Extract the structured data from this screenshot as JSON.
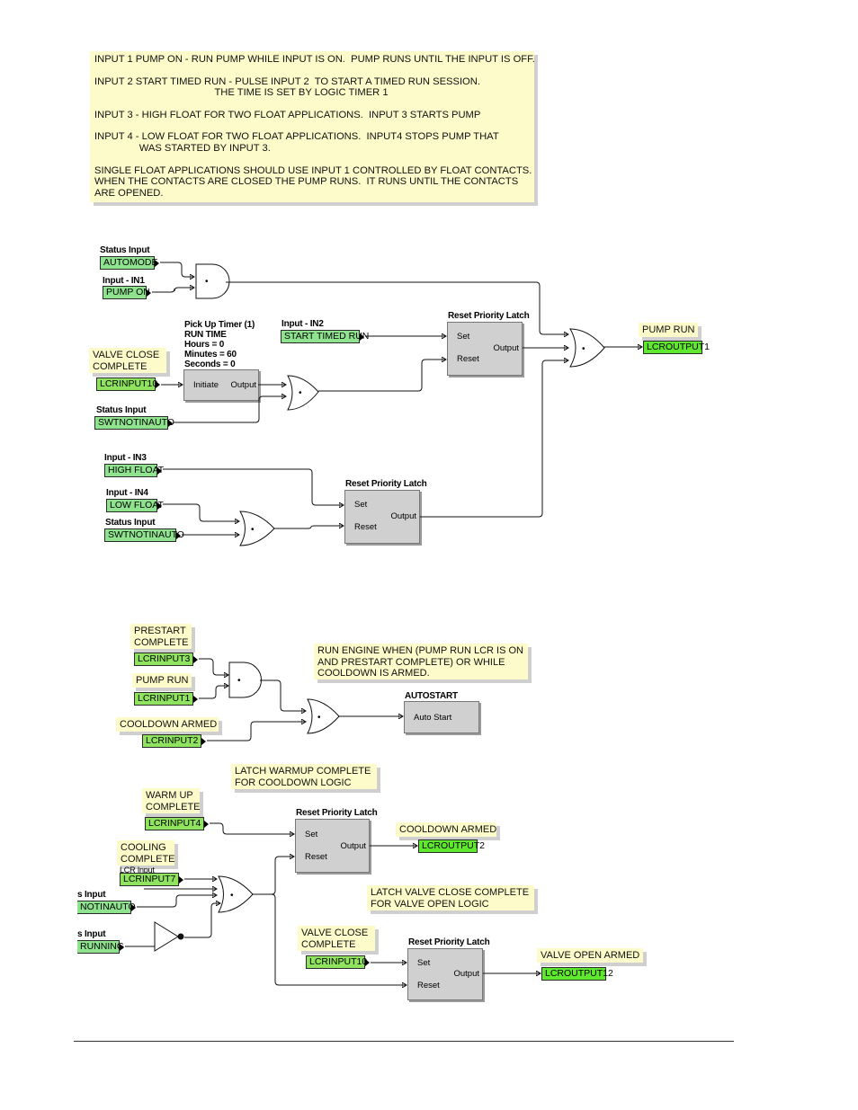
{
  "notes": {
    "main": [
      "INPUT 1 PUMP ON - RUN PUMP WHILE INPUT IS ON.  PUMP RUNS UNTIL THE INPUT IS OFF.",
      "",
      "INPUT 2 START TIMED RUN - PULSE INPUT 2  TO START A TIMED RUN SESSION.",
      "                                           THE TIME IS SET BY LOGIC TIMER 1",
      "",
      "INPUT 3 - HIGH FLOAT FOR TWO FLOAT APPLICATIONS.  INPUT 3 STARTS PUMP",
      "",
      "INPUT 4 - LOW FLOAT FOR TWO FLOAT APPLICATIONS.  INPUT4 STOPS PUMP THAT",
      "                WAS STARTED BY INPUT 3.",
      "",
      "SINGLE FLOAT APPLICATIONS SHOULD USE INPUT 1 CONTROLLED BY FLOAT CONTACTS.",
      "WHEN THE CONTACTS ARE CLOSED THE PUMP RUNS.  IT RUNS UNTIL THE CONTACTS",
      "ARE OPENED."
    ],
    "valve_close_complete_1": [
      "VALVE CLOSE",
      "COMPLETE"
    ],
    "pump_run_out": [
      "PUMP RUN"
    ],
    "prestart_complete": [
      "PRESTART",
      "COMPLETE"
    ],
    "pump_run_in": [
      "PUMP RUN"
    ],
    "cooldown_armed_in": [
      "COOLDOWN ARMED"
    ],
    "run_engine": [
      "RUN ENGINE WHEN (PUMP RUN LCR IS ON",
      "AND PRESTART COMPLETE) OR WHILE",
      "COOLDOWN IS ARMED."
    ],
    "latch_warmup": [
      "LATCH WARMUP COMPLETE",
      "FOR COOLDOWN LOGIC"
    ],
    "warm_up_complete": [
      "WARM UP",
      "COMPLETE"
    ],
    "cooldown_armed_out": [
      "COOLDOWN ARMED"
    ],
    "cooling_complete": [
      "COOLING",
      "COMPLETE"
    ],
    "latch_valve_close": [
      "LATCH VALVE CLOSE COMPLETE",
      "FOR VALVE OPEN LOGIC"
    ],
    "valve_close_complete_2": [
      "VALVE CLOSE",
      "COMPLETE"
    ],
    "valve_open_armed": [
      "VALVE OPEN ARMED"
    ]
  },
  "labels": {
    "status_input_1": "Status Input",
    "input_in1": "Input - IN1",
    "timer_title": "Pick Up Timer (1)",
    "timer_name": "RUN TIME",
    "timer_hours": "Hours = 0",
    "timer_minutes": "Minutes = 60",
    "timer_seconds": "Seconds = 0",
    "input_in2": "Input - IN2",
    "latch_1": "Reset Priority Latch",
    "status_input_2": "Status Input",
    "input_in3": "Input - IN3",
    "input_in4": "Input - IN4",
    "status_input_3": "Status Input",
    "latch_2": "Reset Priority Latch",
    "autostart": "AUTOSTART",
    "latch_3": "Reset Priority Latch",
    "lcr_input_small": "LCR Input",
    "s_input_1": "s Input",
    "s_input_2": "s Input",
    "latch_4": "Reset Priority Latch"
  },
  "tags": {
    "automode": "AUTOMODE",
    "pump_on": "PUMP ON",
    "lcrinput10_a": "LCRINPUT10",
    "swtnotinauto_a": "SWTNOTINAUTO",
    "start_timed_run": "START TIMED RUN",
    "lcroutput1": "LCROUTPUT1",
    "high_float": "HIGH FLOAT",
    "low_float": "LOW FLOAT",
    "swtnotinauto_b": "SWTNOTINAUTO",
    "lcrinput3": "LCRINPUT3",
    "lcrinput1": "LCRINPUT1",
    "lcrinput2": "LCRINPUT2",
    "lcrinput4": "LCRINPUT4",
    "lcroutput2": "LCROUTPUT2",
    "lcrinput7": "LCRINPUT7",
    "notinauto": "NOTINAUTO",
    "running": "RUNNING",
    "lcrinput10_b": "LCRINPUT10",
    "lcroutput12": "LCROUTPUT12"
  },
  "pins": {
    "initiate": "Initiate",
    "output": "Output",
    "set": "Set",
    "reset": "Reset",
    "auto_start": "Auto Start"
  },
  "gates": {
    "and_symbol": "•"
  },
  "colors": {
    "note_bg": "#fdfbc9",
    "input_tag": "#8fe38f",
    "lcr_tag": "#8fe35f",
    "output_tag": "#5ee82e",
    "gate_fill": "#a8a8a8",
    "block_fill": "#d0d0d0"
  }
}
